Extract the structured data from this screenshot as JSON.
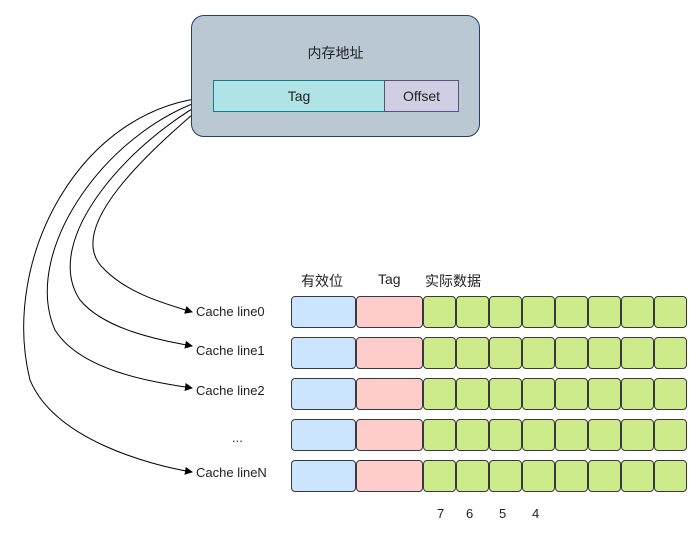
{
  "memory_address": {
    "title": "内存地址",
    "fields": {
      "tag": "Tag",
      "offset": "Offset"
    }
  },
  "cache": {
    "headers": {
      "valid": "有效位",
      "tag": "Tag",
      "data": "实际数据"
    },
    "lines": [
      {
        "label": "Cache line0"
      },
      {
        "label": "Cache line1"
      },
      {
        "label": "Cache line2"
      },
      {
        "label": "..."
      },
      {
        "label": "Cache lineN"
      }
    ],
    "data_cells_per_line": 8,
    "bit_labels": [
      "7",
      "6",
      "5",
      "4"
    ]
  },
  "colors": {
    "address_box": "#bac8d3",
    "tag_field": "#b0e3e6",
    "offset_field": "#d0cee2",
    "valid_cell": "#cce5ff",
    "tag_cell": "#ffcccc",
    "data_cell": "#cdeb8b"
  }
}
